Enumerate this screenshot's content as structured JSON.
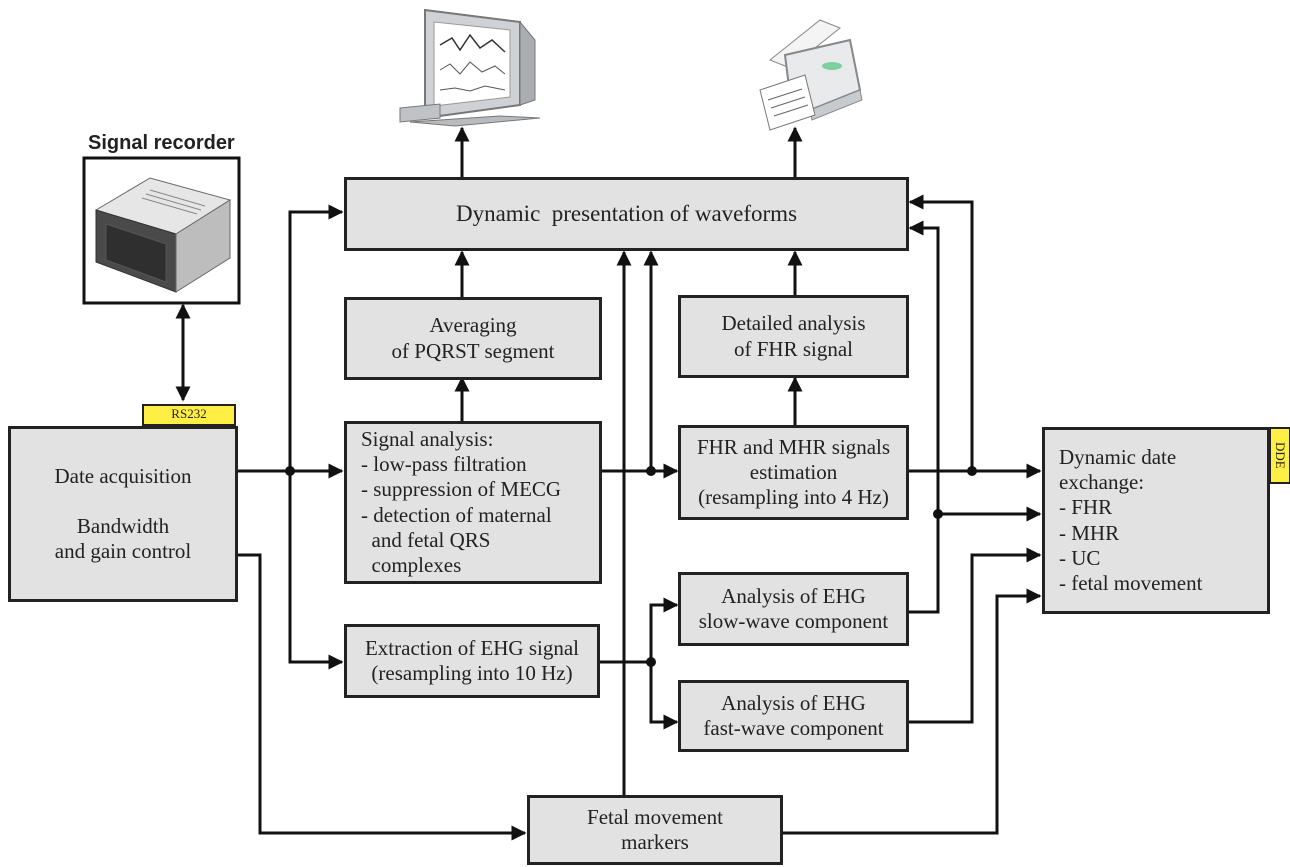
{
  "recorder": {
    "title": "Signal recorder"
  },
  "tags": {
    "rs232": "RS232",
    "dde": "DDE"
  },
  "boxes": {
    "acquisition": [
      "Date acquisition",
      "",
      "Bandwidth",
      "and gain control"
    ],
    "presentation": [
      "Dynamic  presentation of waveforms"
    ],
    "averaging": [
      "Averaging",
      "of PQRST segment"
    ],
    "fhr_detail": [
      "Detailed analysis",
      "of FHR signal"
    ],
    "signal_analysis": [
      "Signal analysis:",
      "- low-pass filtration",
      "- suppression of MECG",
      "- detection of maternal",
      "  and fetal QRS",
      "  complexes"
    ],
    "fhr_mhr": [
      "FHR and MHR signals",
      "estimation",
      "(resampling into 4 Hz)"
    ],
    "exchange": [
      "Dynamic date",
      "exchange:",
      "- FHR",
      "- MHR",
      "- UC",
      "- fetal movement"
    ],
    "ehg_extraction": [
      "Extraction of EHG signal",
      "(resampling into 10 Hz)"
    ],
    "ehg_slow": [
      "Analysis of EHG",
      "slow-wave component"
    ],
    "ehg_fast": [
      "Analysis of EHG",
      "fast-wave component"
    ],
    "fetal_movement": [
      "Fetal movement",
      "markers"
    ]
  },
  "colors": {
    "box_fill": "#e2e2e2",
    "tag_fill": "#ffee44",
    "line": "#111111"
  }
}
